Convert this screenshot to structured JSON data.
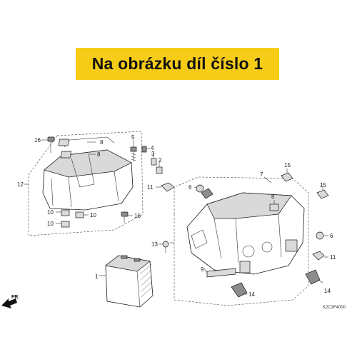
{
  "banner": {
    "text": "Na obrázku díl číslo 1",
    "color": "#f7cc16"
  },
  "diagram": {
    "callouts": [
      "1",
      "2",
      "3",
      "4",
      "5",
      "6",
      "6",
      "7",
      "8",
      "8",
      "8",
      "9",
      "10",
      "10",
      "10",
      "11",
      "11",
      "12",
      "13",
      "14",
      "14",
      "15",
      "15",
      "16",
      "16"
    ],
    "direction_label": "FR.",
    "code": "K2C3F4000"
  }
}
